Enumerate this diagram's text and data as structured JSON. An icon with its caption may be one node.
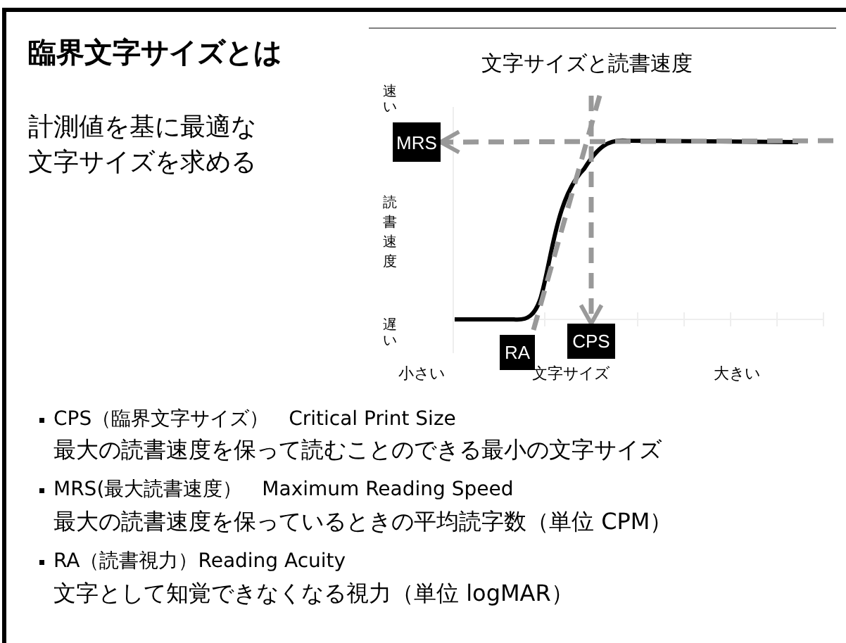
{
  "diagram": {
    "title": "臨界文字サイズとは",
    "nodes": [
      {
        "text": [
          "MRS"
        ]
      },
      {
        "text": [
          "RA"
        ]
      },
      {
        "text": [
          "CPS"
        ]
      }
    ],
    "edges": [
      {
        "from": null,
        "to": 0,
        "arrow": "to",
        "style": "dashed"
      },
      {
        "from": null,
        "to": 2,
        "arrow": "to",
        "style": "dashed"
      },
      {
        "from": null,
        "to": 1,
        "arrow": "none",
        "style": "dashed"
      }
    ],
    "labels": [
      "計測値を基に最適な文字サイズを求める",
      "文字サイズと読書速度",
      "速い",
      "読書速度",
      "遅い",
      "小さい",
      "文字サイズ",
      "大きい",
      "CPS（臨界文字サイズ）　Critical Print Size",
      "最大の読書速度を保って読むことのできる最小の文字サイズ",
      "MRS(最大読書速度）　Maximum Reading Speed",
      "最大の読書速度を保っているときの平均読字数（単位  CPM）",
      "RA（読書視力）Reading Acuity",
      "文字として知覚できなくなる視力（単位  logMAR）"
    ]
  }
}
